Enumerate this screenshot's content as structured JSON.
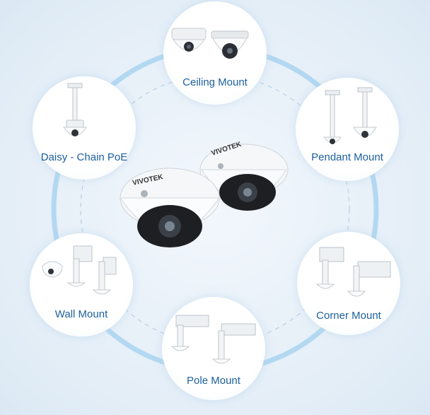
{
  "mounts": [
    {
      "id": "ceiling",
      "label": "Ceiling Mount",
      "icon": "ceiling-mount-icon"
    },
    {
      "id": "pendant",
      "label": "Pendant Mount",
      "icon": "pendant-mount-icon"
    },
    {
      "id": "corner",
      "label": "Corner Mount",
      "icon": "corner-mount-icon"
    },
    {
      "id": "pole",
      "label": "Pole Mount",
      "icon": "pole-mount-icon"
    },
    {
      "id": "wall",
      "label": "Wall Mount",
      "icon": "wall-mount-icon"
    },
    {
      "id": "daisy",
      "label": "Daisy - Chain PoE",
      "icon": "daisy-chain-poe-icon"
    }
  ],
  "center": {
    "brand": "VIVOTEK",
    "icon": "dome-camera-icon"
  },
  "colors": {
    "accent": "#1c5f9e",
    "ring": "#a9d3f0",
    "ring_dash": "#b7cfe3"
  }
}
